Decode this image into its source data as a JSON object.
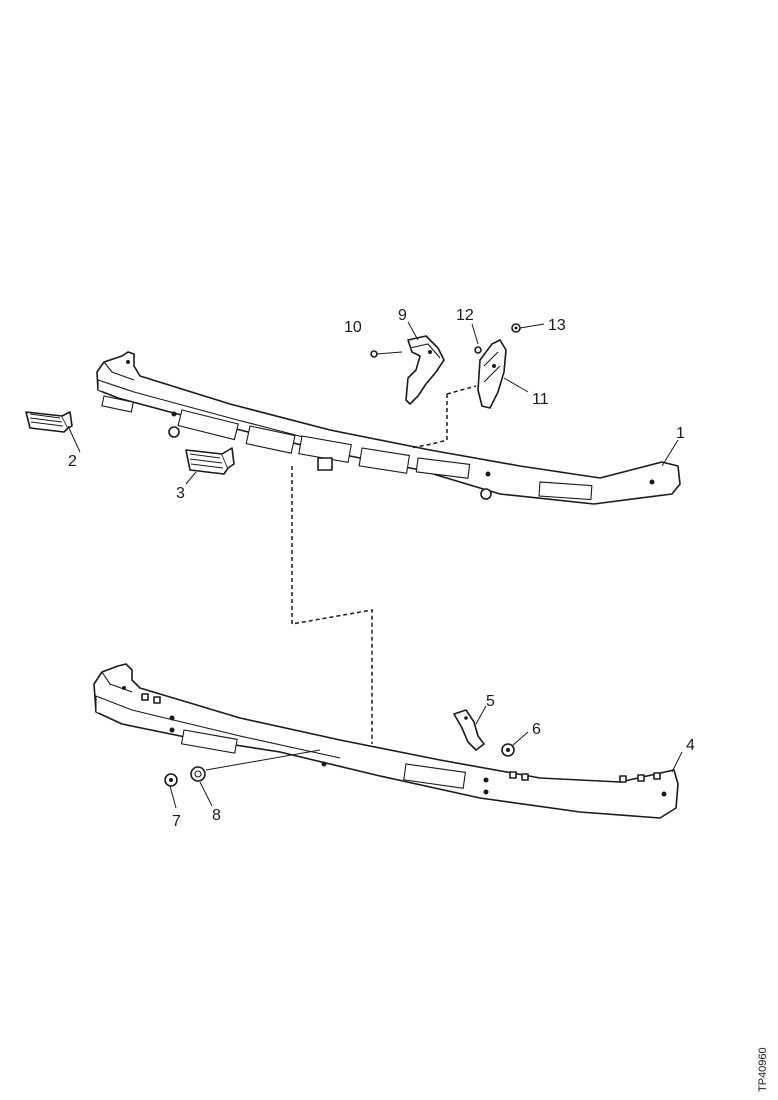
{
  "diagram": {
    "callouts": {
      "c1": "1",
      "c2": "2",
      "c3": "3",
      "c4": "4",
      "c5": "5",
      "c6": "6",
      "c7": "7",
      "c8": "8",
      "c9": "9",
      "c10": "10",
      "c11": "11",
      "c12": "12",
      "c13": "13"
    },
    "reference_code": "TP40960"
  }
}
